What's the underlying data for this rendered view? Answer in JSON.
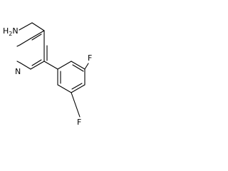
{
  "molecule": {
    "atoms": {
      "amine": {
        "element": "N",
        "hydrogens": "H",
        "hcount": "2"
      },
      "pyridine_n": {
        "element": "N"
      },
      "fluorine_1": {
        "element": "F"
      },
      "fluorine_2": {
        "element": "F"
      }
    }
  }
}
